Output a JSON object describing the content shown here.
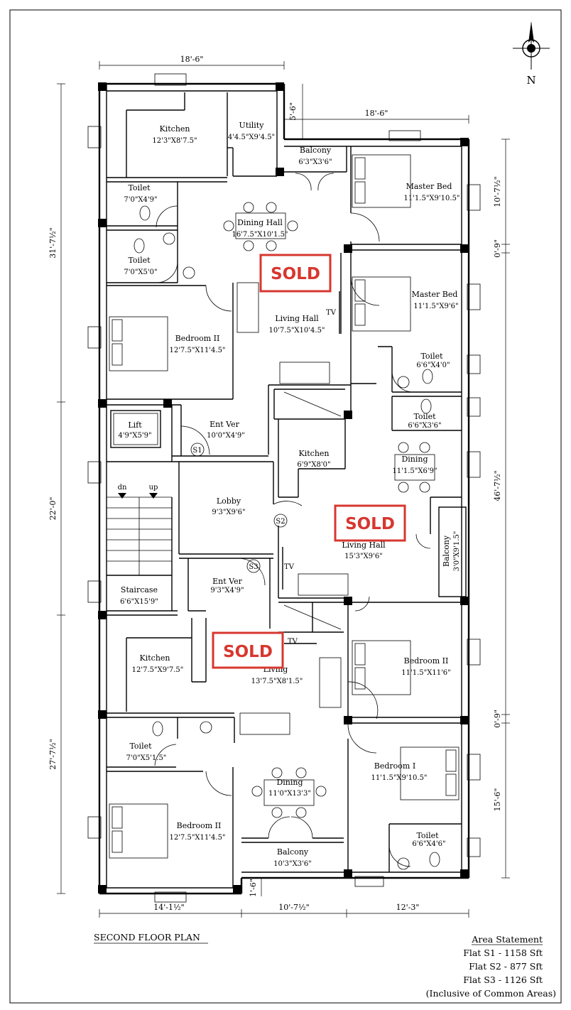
{
  "plan_title": "SECOND FLOOR PLAN",
  "north_label": "N",
  "sold_labels": [
    "SOLD",
    "SOLD",
    "SOLD"
  ],
  "rooms": [
    {
      "name": "Kitchen",
      "size": "12'3\"X8'7.5\""
    },
    {
      "name": "Utility",
      "size": "4'4.5\"X9'4.5\""
    },
    {
      "name": "Balcony",
      "size": "6'3\"X3'6\""
    },
    {
      "name": "Master Bed",
      "size": "11'1.5\"X9'10.5\""
    },
    {
      "name": "Toilet",
      "size": "7'0\"X4'9\""
    },
    {
      "name": "Dining Hall",
      "size": "16'7.5\"X10'1.5\""
    },
    {
      "name": "Toilet",
      "size": "7'0\"X5'0\""
    },
    {
      "name": "Master Bed",
      "size": "11'1.5\"X9'6\""
    },
    {
      "name": "Living Hall",
      "size": "10'7.5\"X10'4.5\""
    },
    {
      "name": "Bedroom II",
      "size": "12'7.5\"X11'4.5\""
    },
    {
      "name": "Toilet",
      "size": "6'6\"X4'0\""
    },
    {
      "name": "Toilet",
      "size": "6'6\"X3'6\""
    },
    {
      "name": "Lift",
      "size": "4'9\"X5'9\""
    },
    {
      "name": "Ent Ver",
      "size": "10'0\"X4'9\""
    },
    {
      "name": "Kitchen",
      "size": "6'9\"X8'0\""
    },
    {
      "name": "Dining",
      "size": "11'1.5\"X6'9\""
    },
    {
      "name": "Lobby",
      "size": "9'3\"X9'6\""
    },
    {
      "name": "Living Hall",
      "size": "15'3\"X9'6\""
    },
    {
      "name": "Balcony",
      "size": "3'0\"X9'1.5\""
    },
    {
      "name": "Ent Ver",
      "size": "9'3\"X4'9\""
    },
    {
      "name": "Staircase",
      "size": "6'6\"X15'9\""
    },
    {
      "name": "Kitchen",
      "size": "12'7.5\"X9'7.5\""
    },
    {
      "name": "Living",
      "size": "13'7.5\"X8'1.5\""
    },
    {
      "name": "Bedroom II",
      "size": "11'1.5\"X11'6\""
    },
    {
      "name": "Toilet",
      "size": "7'0\"X5'1.5\""
    },
    {
      "name": "Dining",
      "size": "11'0\"X13'3\""
    },
    {
      "name": "Bedroom I",
      "size": "11'1.5\"X9'10.5\""
    },
    {
      "name": "Bedroom II",
      "size": "12'7.5\"X11'4.5\""
    },
    {
      "name": "Toilet",
      "size": "6'6\"X4'6\""
    },
    {
      "name": "Balcony",
      "size": "10'3\"X3'6\""
    }
  ],
  "markers": {
    "s1": "S1",
    "s2": "S2",
    "s3": "S3",
    "dn": "dn",
    "up": "up",
    "tv": "TV"
  },
  "dimensions": {
    "top_left": "18'-6\"",
    "top_right": "18'-6\"",
    "offset": "5'-6\"",
    "left_top": "31'-7½\"",
    "left_mid": "22'-0\"",
    "left_bot": "27'-7½\"",
    "right_1": "10'-7½\"",
    "right_2": "0'-9\"",
    "right_3": "46'-7½\"",
    "right_4": "0'-9\"",
    "right_5": "15'-6\"",
    "bottom_1": "14'-1½\"",
    "bottom_2": "10'-7½\"",
    "bottom_3": "12'-3\"",
    "bottom_small": "1'-6\""
  },
  "area_statement": {
    "title": "Area Statement",
    "lines": [
      "Flat S1 - 1158 Sft",
      "Flat S2 - 877 Sft",
      "Flat S3 - 1126 Sft",
      "(Inclusive of Common Areas)"
    ]
  }
}
